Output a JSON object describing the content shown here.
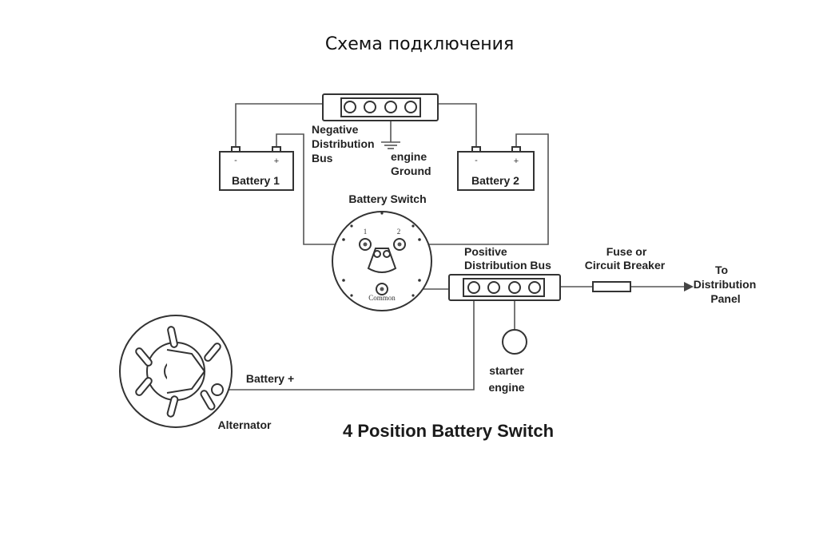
{
  "header_title": "Схема подключения",
  "caption": "4 Position Battery Switch",
  "labels": {
    "negative_bus": [
      "Negative",
      "Distribution",
      "Bus"
    ],
    "engine_ground": [
      "engine",
      "Ground"
    ],
    "battery1": "Battery 1",
    "battery2": "Battery 2",
    "battery_switch": "Battery Switch",
    "positive_bus": [
      "Positive",
      "Distribution Bus"
    ],
    "fuse": [
      "Fuse or",
      "Circuit Breaker"
    ],
    "to_panel": [
      "To",
      "Distribution",
      "Panel"
    ],
    "starter": [
      "starter",
      "engine"
    ],
    "battery_plus": "Battery +",
    "alternator": "Alternator",
    "switch_pos_1": "1",
    "switch_pos_2": "2",
    "switch_common": "Common",
    "minus_sign": "-",
    "plus_sign": "+"
  }
}
